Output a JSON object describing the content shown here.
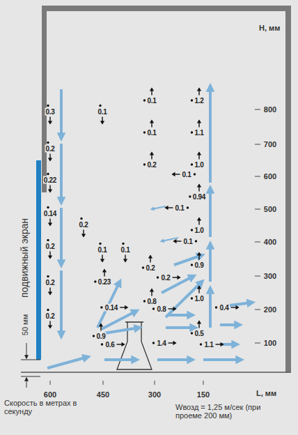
{
  "diagram": {
    "labels": [
      "Н, мм",
      "800",
      "700",
      "600",
      "500",
      "400",
      "300",
      "200",
      "100",
      "подвижный экран",
      "50 мм",
      "0.3",
      "0.2",
      "0.22",
      "0.14",
      "0.2",
      "0.2",
      "0.2",
      "0.1",
      "0.2",
      "0.1",
      "0.1",
      "0.23",
      "0.14",
      "0.9",
      "0.6",
      "0.1",
      "0.1",
      "0.2",
      "0.2",
      "0.2",
      "0.8",
      "0.8",
      "1.4",
      "1.2",
      "1.1",
      "1.0",
      "0.1",
      "0.94",
      "0.1",
      "1.0",
      "0.1",
      "0.9",
      "1.0",
      "0.4",
      "0.5",
      "1.1",
      "600",
      "450",
      "300",
      "150",
      "L, мм",
      "Скорость в метрах в секунду",
      "Wвозд = 1,25 м/сек (при проеме 200 мм)"
    ]
  }
}
